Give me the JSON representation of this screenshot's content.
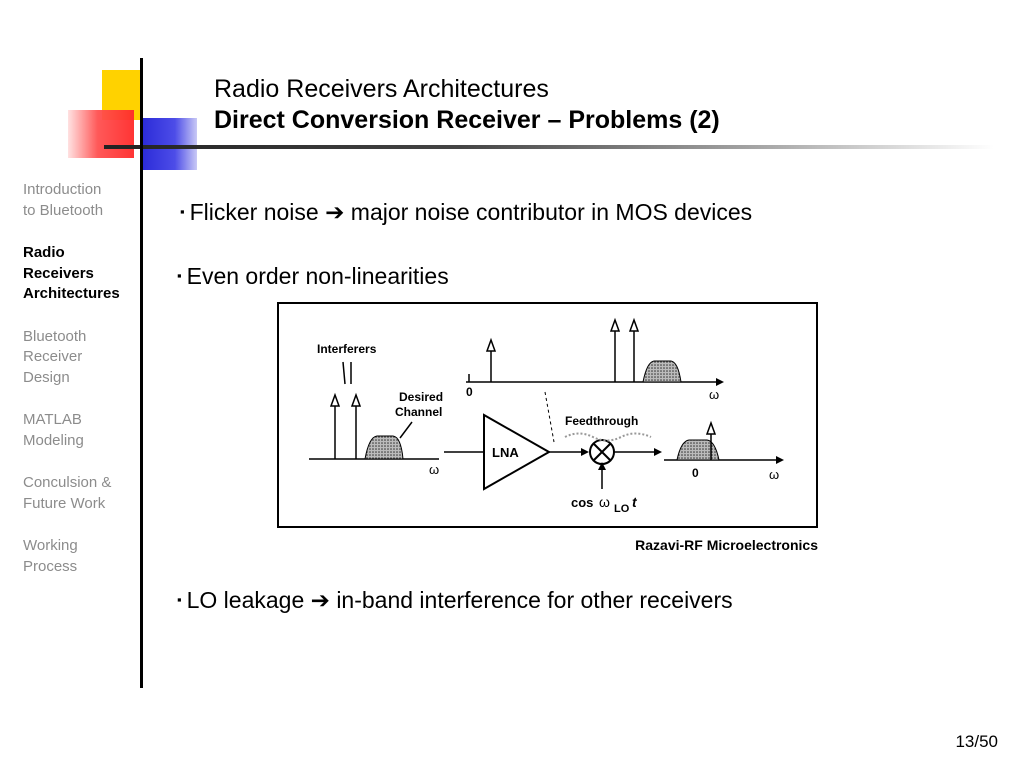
{
  "header": {
    "section_title": "Radio Receivers Architectures",
    "slide_title": "Direct Conversion Receiver – Problems (2)"
  },
  "sidebar": {
    "items": [
      {
        "line1": "Introduction",
        "line2": "to Bluetooth",
        "line3": ""
      },
      {
        "line1": "Radio",
        "line2": "Receivers",
        "line3": "Architectures"
      },
      {
        "line1": "Bluetooth",
        "line2": "Receiver",
        "line3": "Design"
      },
      {
        "line1": "MATLAB",
        "line2": "Modeling",
        "line3": ""
      },
      {
        "line1": "Conculsion &",
        "line2": "Future Work",
        "line3": ""
      },
      {
        "line1": "Working",
        "line2": "Process",
        "line3": ""
      }
    ],
    "active_index": 1
  },
  "bullets": [
    {
      "marker": "▪",
      "pre": "Flicker noise",
      "arrow": "➔",
      "post": "major noise contributor in MOS devices"
    },
    {
      "marker": "▪",
      "pre": "Even order non-linearities",
      "arrow": "",
      "post": ""
    },
    {
      "marker": "▪",
      "pre": "LO leakage",
      "arrow": "➔",
      "post": "in-band interference for other receivers"
    }
  ],
  "figure": {
    "label_interferers": "Interferers",
    "label_desired_line1": "Desired",
    "label_desired_line2": "Channel",
    "label_lna": "LNA",
    "label_feedthrough": "Feedthrough",
    "label_omega": "ω",
    "label_zero": "0",
    "label_lo_cos": "cos",
    "label_lo_omega": "ω",
    "label_lo_sub": "LO",
    "label_lo_t": "t"
  },
  "caption": "Razavi-RF Microelectronics",
  "page_number": "13/50"
}
